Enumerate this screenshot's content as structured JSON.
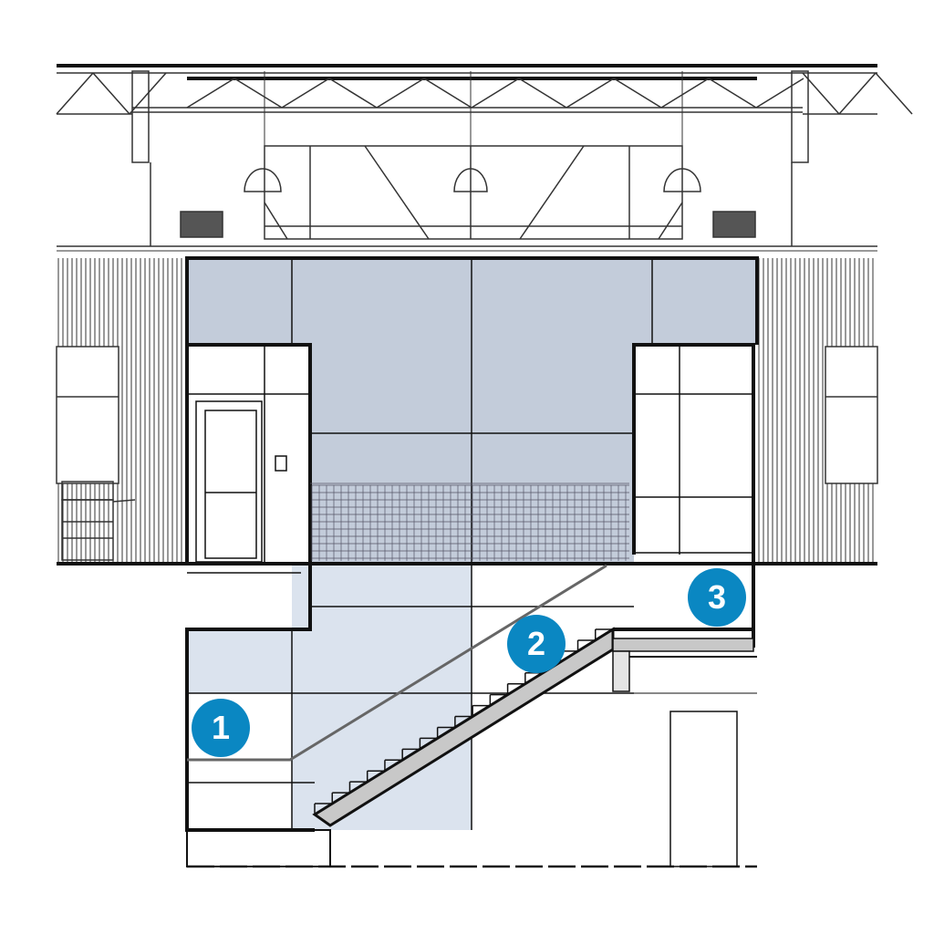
{
  "colors": {
    "badge": "#0a87c2",
    "panel_dark": "#c3ccda",
    "panel_light": "#dbe3ee",
    "line": "#111111"
  },
  "callouts": [
    {
      "label": "1"
    },
    {
      "label": "2"
    },
    {
      "label": "3"
    }
  ]
}
